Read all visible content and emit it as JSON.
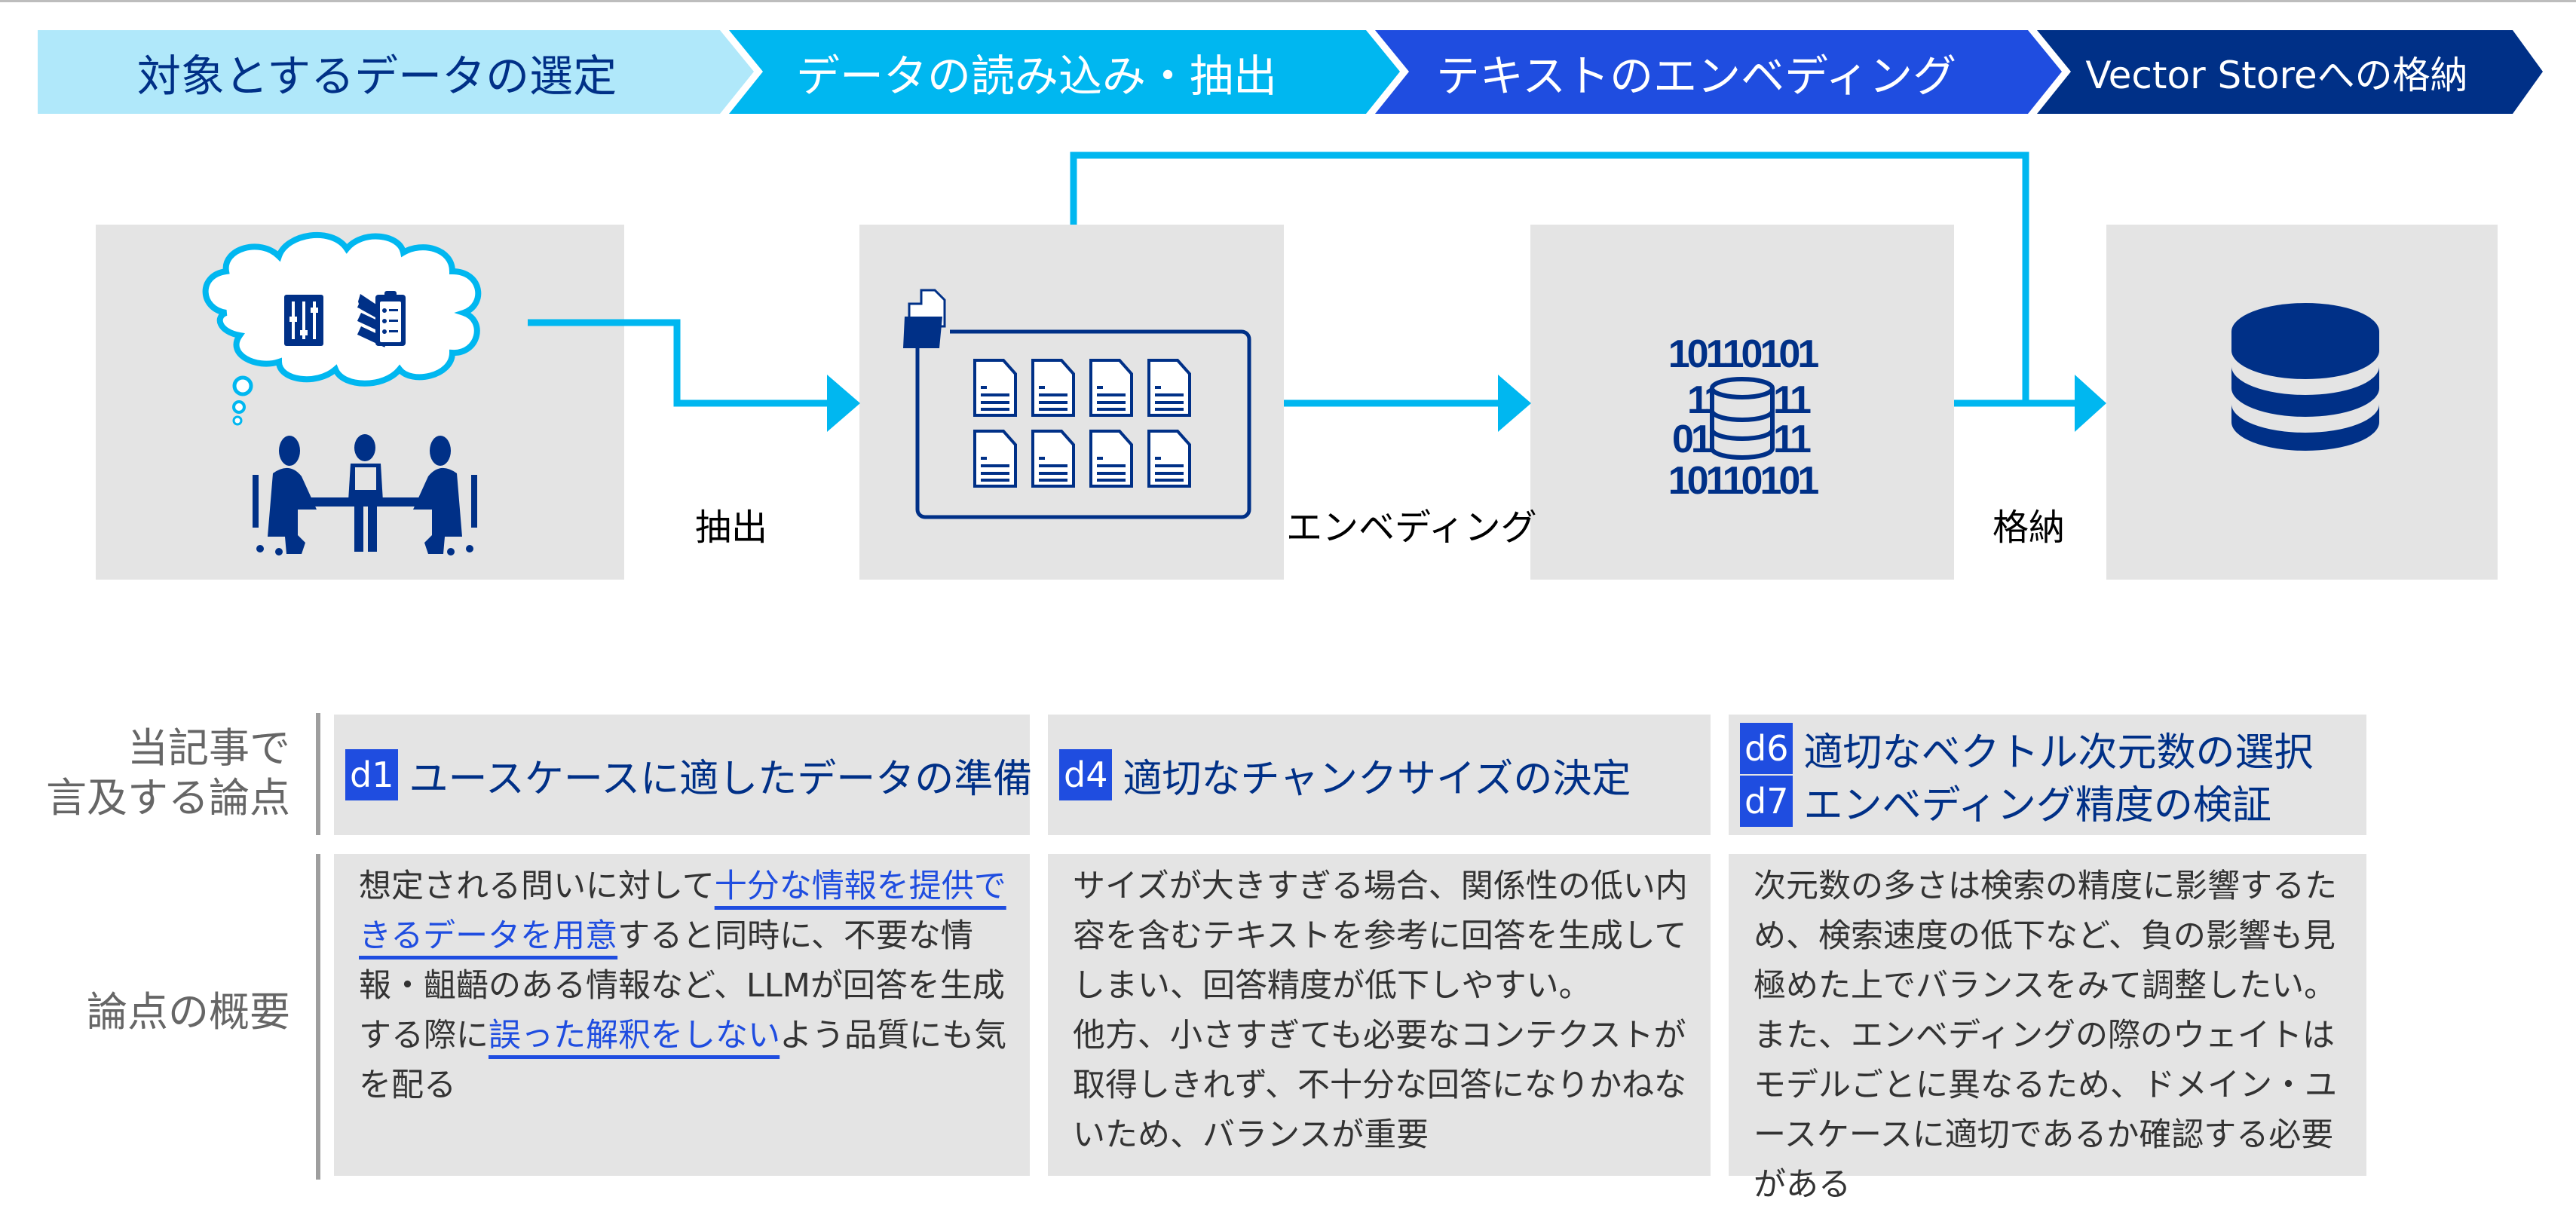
{
  "colors": {
    "step_1_bg": "#b0e8fa",
    "step_2_bg": "#00b7f0",
    "step_3_bg": "#1f4de0",
    "step_4_bg": "#003087",
    "connector": "#00b7f0",
    "icon": "#003087",
    "badge": "#1f4de0",
    "highlight": "#1f4de0"
  },
  "steps": [
    {
      "label": "対象とするデータの選定"
    },
    {
      "label": "データの読み込み・抽出"
    },
    {
      "label": "テキストのエンベディング"
    },
    {
      "label": "Vector Storeへの格納"
    }
  ],
  "flow": {
    "panels": [
      {
        "icon": "meeting-people-thinking-icon",
        "sub_icons": [
          "sliders-icon",
          "books-icon",
          "clipboard-checklist-icon"
        ]
      },
      {
        "icon": "folder-documents-icon"
      },
      {
        "icon": "binary-database-icon",
        "binary_rows": [
          "10110101",
          "11",
          "11",
          "01",
          "11",
          "10110101"
        ]
      },
      {
        "icon": "database-icon"
      }
    ],
    "labels": {
      "extract": "抽出",
      "embedding": "エンベディング",
      "store": "格納"
    }
  },
  "table": {
    "row_headers": {
      "issues": [
        "当記事で",
        "言及する論点"
      ],
      "summary": "論点の概要"
    },
    "columns": [
      {
        "issues": [
          {
            "id": "d1",
            "title": "ユースケースに適したデータの準備"
          }
        ],
        "summary_parts": [
          {
            "text": "想定される問いに対して",
            "highlight": false
          },
          {
            "text": "十分な情報を提供できるデータを用意",
            "highlight": true
          },
          {
            "text": "すると同時に、不要な情報・齟齬のある情報など、LLMが回答を生成する際に",
            "highlight": false
          },
          {
            "text": "誤った解釈をしない",
            "highlight": true
          },
          {
            "text": "よう品質にも気を配る",
            "highlight": false
          }
        ]
      },
      {
        "issues": [
          {
            "id": "d4",
            "title": "適切なチャンクサイズの決定"
          }
        ],
        "summary_parts": [
          {
            "text": "サイズが大きすぎる場合、関係性の低い内容を含むテキストを参考に回答を生成してしまい、回答精度が低下しやすい。",
            "highlight": false
          },
          {
            "text": "他方、小さすぎても必要なコンテクストが取得しきれず、不十分な回答になりかねないため、バランスが重要",
            "highlight": false
          }
        ]
      },
      {
        "issues": [
          {
            "id": "d6",
            "title": "適切なベクトル次元数の選択"
          },
          {
            "id": "d7",
            "title": "エンベディング精度の検証"
          }
        ],
        "summary_parts": [
          {
            "text": "次元数の多さは検索の精度に影響するため、検索速度の低下など、負の影響も見極めた上でバランスをみて調整したい。",
            "highlight": false
          },
          {
            "text": "また、エンベディングの際のウェイトはモデルごとに異なるため、ドメイン・ユースケースに適切であるか確認する必要がある",
            "highlight": false
          }
        ]
      }
    ]
  }
}
